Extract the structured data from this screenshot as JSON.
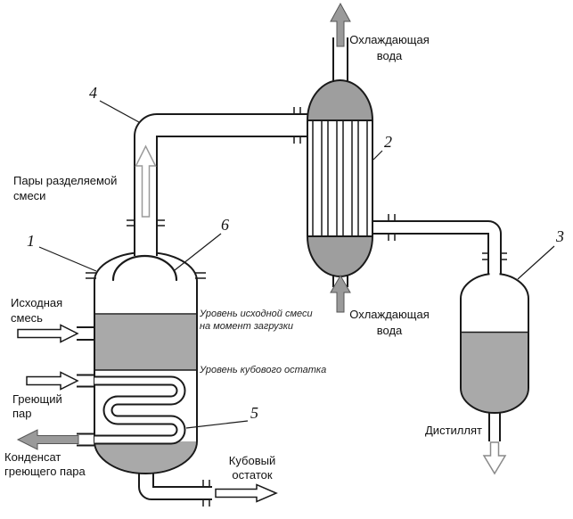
{
  "diagram": {
    "labels": {
      "cooling_water_top_1": "Охлаждающая",
      "cooling_water_top_2": "вода",
      "vapor_1": "Пары разделяемой",
      "vapor_2": "смеси",
      "feed_1": "Исходная",
      "feed_2": "смесь",
      "steam_1": "Греющий",
      "steam_2": "пар",
      "condensate_1": "Конденсат",
      "condensate_2": "греющего пара",
      "bottoms_1": "Кубовый",
      "bottoms_2": "остаток",
      "cooling_water_bottom_1": "Охлаждающая",
      "cooling_water_bottom_2": "вода",
      "distillate": "Дистиллят",
      "level_initial_1": "Уровень исходной смеси",
      "level_initial_2": "на момент загрузки",
      "level_bottoms": "Уровень кубового остатка"
    },
    "part_numbers": {
      "still": "1",
      "condenser": "2",
      "receiver": "3",
      "vapor_line": "4",
      "heating_coil": "5",
      "splash_dome": "6"
    },
    "colors": {
      "liquid_gray": "#a9a9a9",
      "dome_gray": "#9e9e9e",
      "arrow_gray": "#9a9a9a",
      "line_black": "#1a1a1a"
    }
  }
}
